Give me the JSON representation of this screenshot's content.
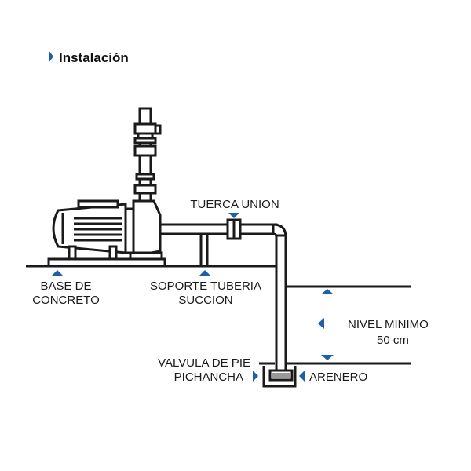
{
  "title": "Instalación",
  "colors": {
    "accent": "#1f5fa8",
    "stroke": "#1a1a1a"
  },
  "labels": {
    "base_line1": "BASE DE",
    "base_line2": "CONCRETO",
    "soporte_line1": "SOPORTE TUBERIA",
    "soporte_line2": "SUCCION",
    "tuerca": "TUERCA UNION",
    "nivel_line1": "NIVEL MINIMO",
    "nivel_line2": "50 cm",
    "valvula_line1": "VALVULA DE PIE",
    "valvula_line2": "PICHANCHA",
    "arenero": "ARENERO"
  }
}
